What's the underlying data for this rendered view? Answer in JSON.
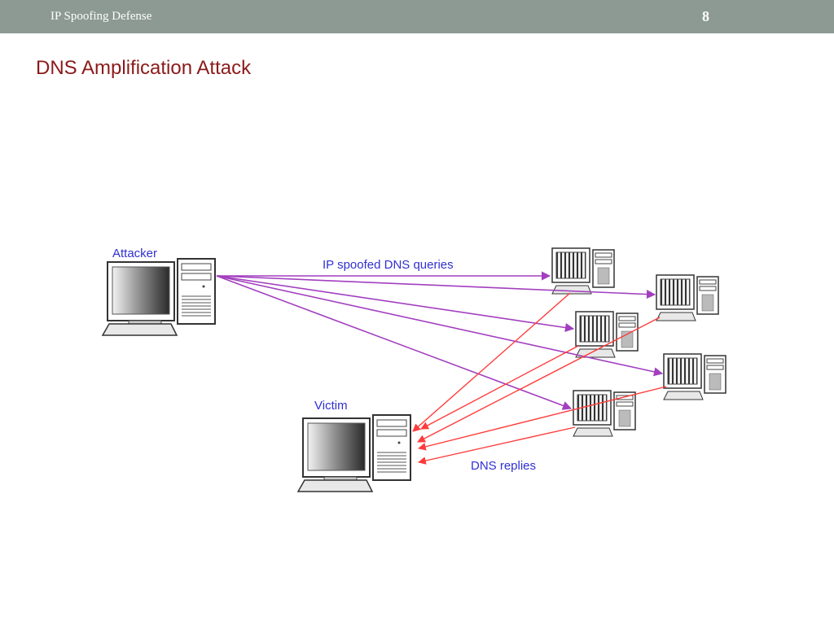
{
  "header": {
    "title": "IP Spoofing Defense",
    "page_number": "8"
  },
  "slide": {
    "title": "DNS Amplification Attack"
  },
  "diagram": {
    "labels": {
      "attacker": "Attacker",
      "victim": "Victim",
      "queries": "IP spoofed DNS queries",
      "replies": "DNS replies"
    },
    "colors": {
      "query_arrow": "#a23fbf",
      "reply_arrow": "#ff3b3b",
      "label_text": "#3030d0"
    }
  }
}
